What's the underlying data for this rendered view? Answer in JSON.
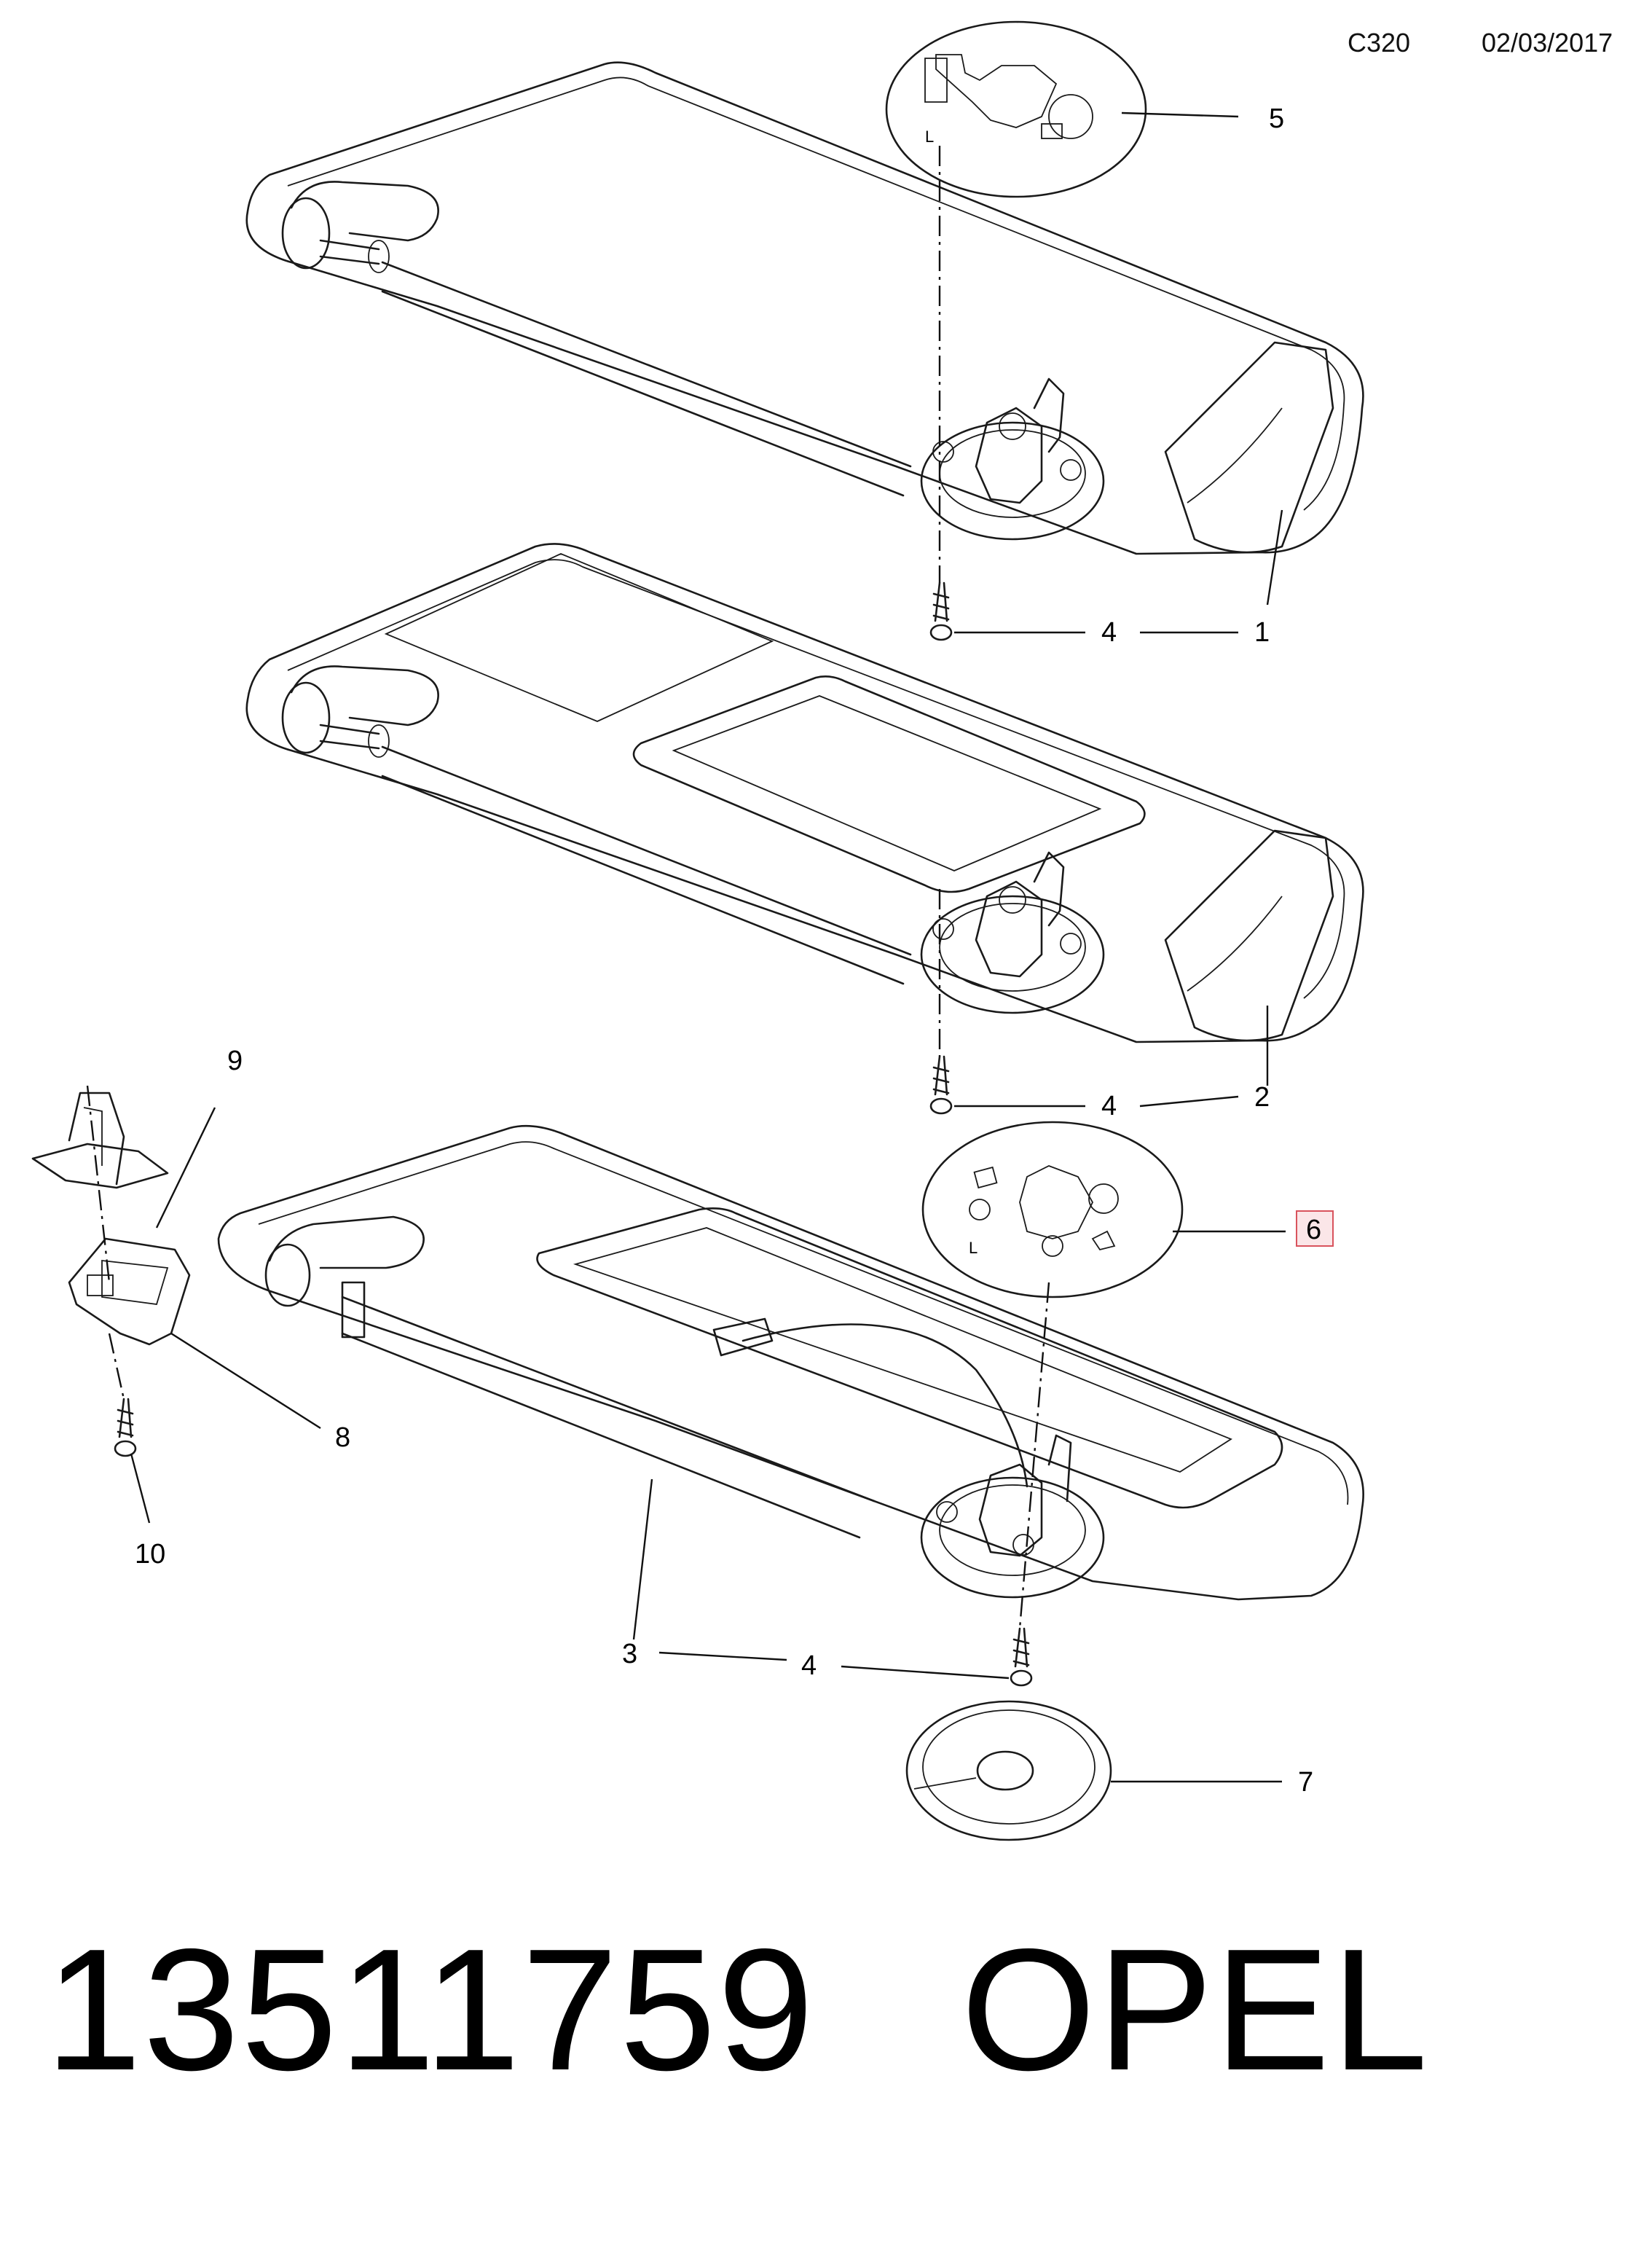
{
  "header": {
    "code": "C320",
    "date": "02/03/2017"
  },
  "callouts": [
    {
      "id": "5",
      "label": "5",
      "highlighted": false
    },
    {
      "id": "4a",
      "label": "4",
      "highlighted": false
    },
    {
      "id": "1",
      "label": "1",
      "highlighted": false
    },
    {
      "id": "9",
      "label": "9",
      "highlighted": false
    },
    {
      "id": "4b",
      "label": "4",
      "highlighted": false
    },
    {
      "id": "2",
      "label": "2",
      "highlighted": false
    },
    {
      "id": "6",
      "label": "6",
      "highlighted": true
    },
    {
      "id": "8",
      "label": "8",
      "highlighted": false
    },
    {
      "id": "10",
      "label": "10",
      "highlighted": false
    },
    {
      "id": "3",
      "label": "3",
      "highlighted": false
    },
    {
      "id": "4c",
      "label": "4",
      "highlighted": false
    },
    {
      "id": "7",
      "label": "7",
      "highlighted": false
    }
  ],
  "highlight_color": "#d9535d",
  "footer": {
    "part_number": "13511759",
    "brand": "OPEL"
  }
}
